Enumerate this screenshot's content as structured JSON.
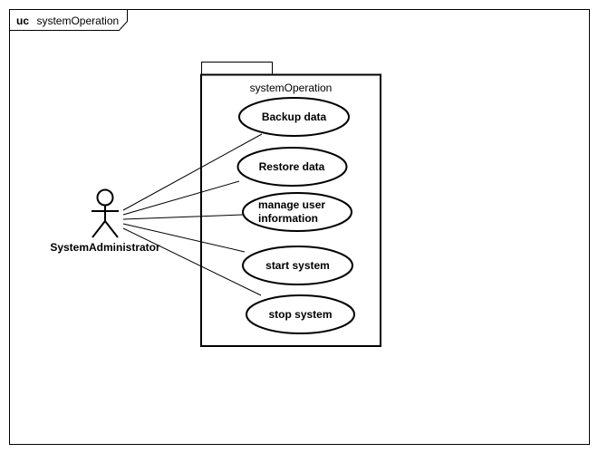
{
  "frame": {
    "keyword": "uc",
    "name": "systemOperation"
  },
  "actor": {
    "name": "SystemAdministrator"
  },
  "system_boundary": {
    "name": "systemOperation"
  },
  "use_cases": [
    {
      "lines": [
        "Backup data"
      ]
    },
    {
      "lines": [
        "Restore data"
      ]
    },
    {
      "lines": [
        "manage user",
        "information"
      ]
    },
    {
      "lines": [
        "start system"
      ]
    },
    {
      "lines": [
        "stop system"
      ]
    }
  ]
}
